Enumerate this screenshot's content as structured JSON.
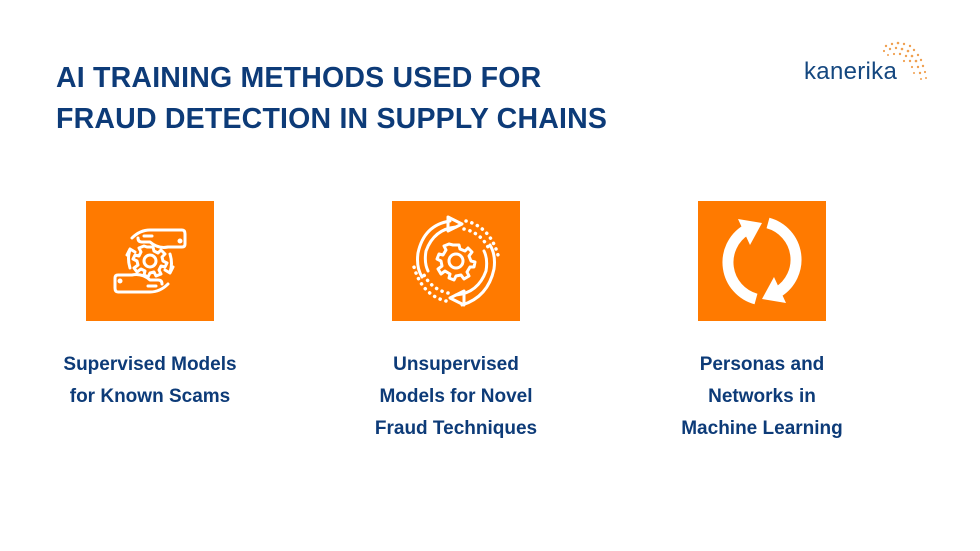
{
  "header": {
    "title_lines": [
      "AI TRAINING METHODS USED FOR",
      "FRAUD DETECTION IN SUPPLY CHAINS"
    ],
    "logo_text": "kanerika"
  },
  "colors": {
    "accent": "#ff7a00",
    "title": "#0d3b78",
    "logo": "#14477f",
    "icon_stroke": "#ffffff"
  },
  "cards": [
    {
      "icon": "hands-gear-cycle-icon",
      "label_lines": [
        "Supervised Models",
        "for Known Scams"
      ]
    },
    {
      "icon": "gear-cycle-arrows-icon",
      "label_lines": [
        "Unsupervised",
        "Models for Novel",
        "Fraud Techniques"
      ]
    },
    {
      "icon": "refresh-arrows-icon",
      "label_lines": [
        "Personas and",
        "Networks in",
        "Machine Learning"
      ]
    }
  ]
}
